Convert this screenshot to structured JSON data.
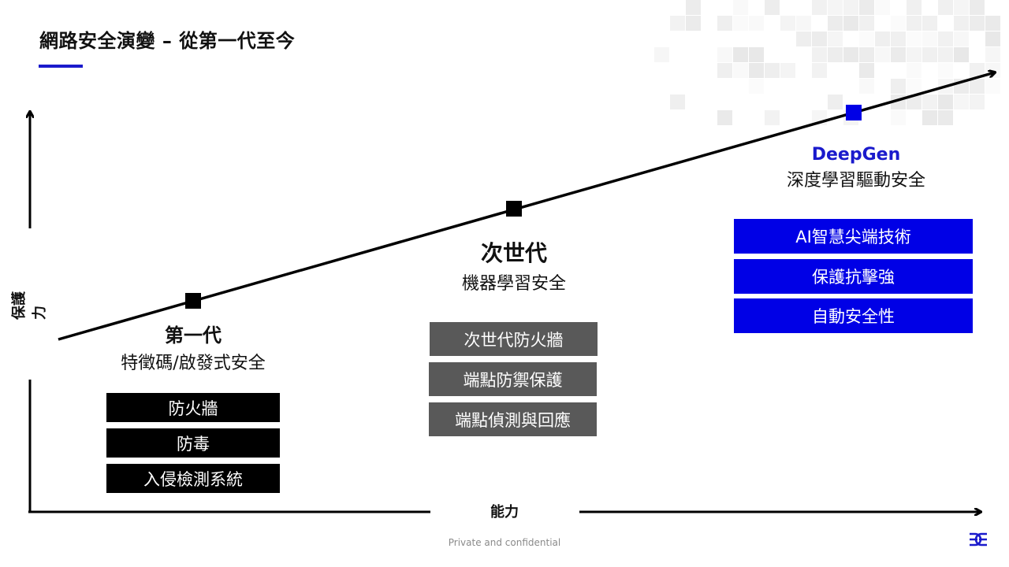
{
  "title": "網路安全演變 – 從第一代至今",
  "axes": {
    "y_label": "保護力",
    "x_label": "能力"
  },
  "stages": [
    {
      "title": "第一代",
      "subtitle": "特徵碼/啟發式安全",
      "items": [
        "防火牆",
        "防毒",
        "入侵檢測系統"
      ]
    },
    {
      "title": "次世代",
      "subtitle": "機器學習安全",
      "items": [
        "次世代防火牆",
        "端點防禦保護",
        "端點偵測與回應"
      ]
    },
    {
      "title": "DeepGen",
      "subtitle": "深度學習驅動安全",
      "items": [
        "AI智慧尖端技術",
        "保護抗擊強",
        "自動安全性"
      ]
    }
  ],
  "footer": "Private and confidential",
  "colors": {
    "accent_blue": "#1a1acc",
    "box_blue": "#0000e6",
    "box_gray": "#595959",
    "box_black": "#000000"
  },
  "logo_icon": "deepgen-logo-icon"
}
